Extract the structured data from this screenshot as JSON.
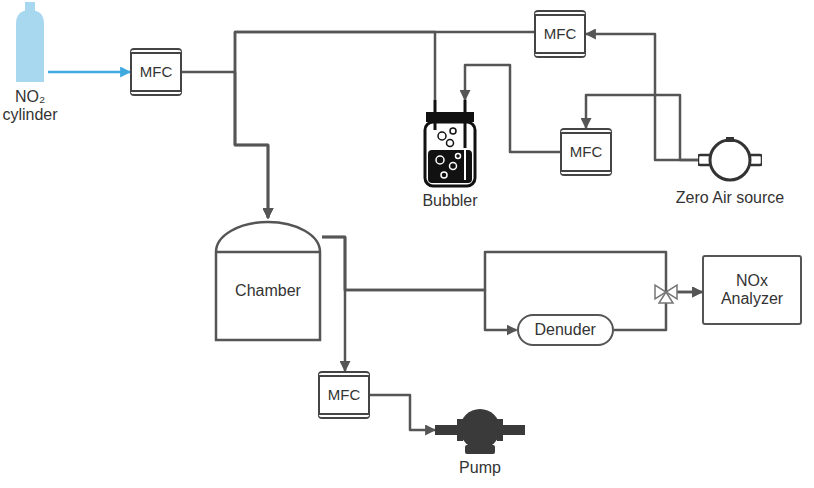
{
  "diagram": {
    "nodes": [
      {
        "text": [
          "NO₂ cylinder"
        ]
      },
      {
        "text": [
          "MFC"
        ]
      },
      {
        "text": [
          "MFC"
        ]
      },
      {
        "text": [
          "Bubbler"
        ]
      },
      {
        "text": [
          "MFC"
        ]
      },
      {
        "text": [
          "Zero Air source"
        ]
      },
      {
        "text": [
          "Chamber"
        ]
      },
      {
        "text": [
          "Denuder"
        ]
      },
      {
        "text": [
          "NOx Analyzer"
        ]
      },
      {
        "text": [
          "MFC"
        ]
      },
      {
        "text": [
          "Pump"
        ]
      }
    ],
    "edges": [
      {
        "from": 0,
        "to": 1,
        "arrow": "to"
      },
      {
        "from": 1,
        "to": 6,
        "arrow": "to"
      },
      {
        "from": 2,
        "to": 6,
        "arrow": "to"
      },
      {
        "from": 3,
        "to": 6,
        "arrow": "to"
      },
      {
        "from": 4,
        "to": 3,
        "arrow": "to"
      },
      {
        "from": 5,
        "to": 2,
        "arrow": "to"
      },
      {
        "from": 5,
        "to": 4,
        "arrow": "to"
      },
      {
        "from": 6,
        "to": 8,
        "arrow": "to"
      },
      {
        "from": 6,
        "to": 7,
        "arrow": "to"
      },
      {
        "from": 7,
        "to": 8,
        "arrow": "to"
      },
      {
        "from": 6,
        "to": 9,
        "arrow": "to"
      },
      {
        "from": 9,
        "to": 10,
        "arrow": "to"
      }
    ]
  }
}
